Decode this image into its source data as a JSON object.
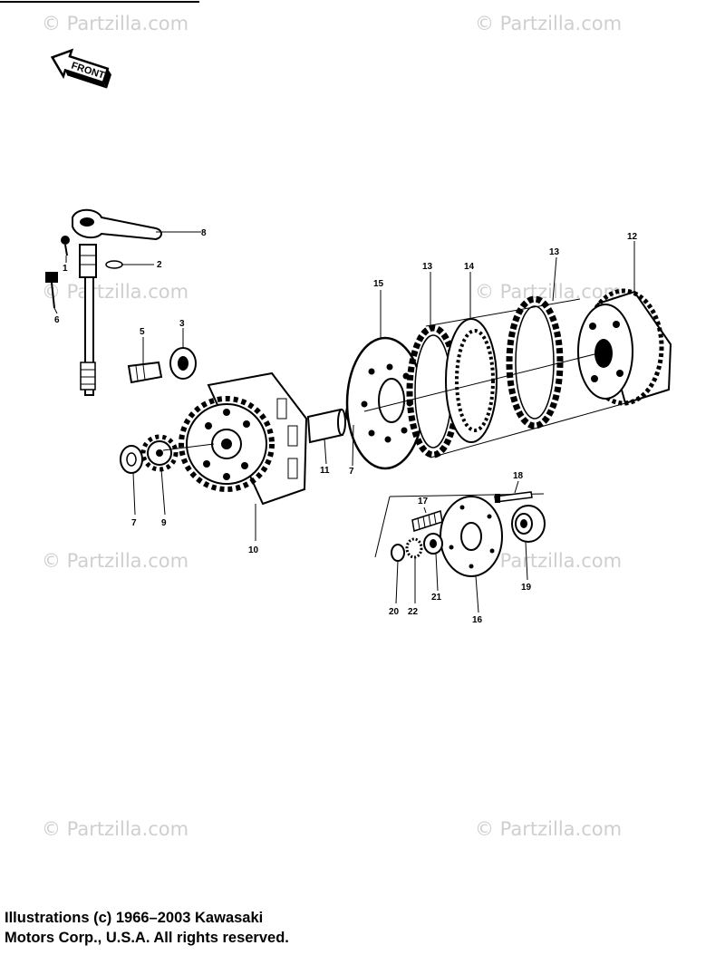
{
  "front_label": "FRONT",
  "watermark": "© Partzilla.com",
  "watermark_color": "#cfcfcf",
  "callouts": [
    "1",
    "2",
    "3",
    "5",
    "6",
    "7",
    "7",
    "8",
    "9",
    "10",
    "11",
    "12",
    "13",
    "13",
    "14",
    "15",
    "16",
    "17",
    "18",
    "19",
    "20",
    "21",
    "22"
  ],
  "copyright": {
    "line1": "Illustrations (c) 1966–2003 Kawasaki",
    "line2": "Motors Corp., U.S.A.  All rights reserved."
  }
}
